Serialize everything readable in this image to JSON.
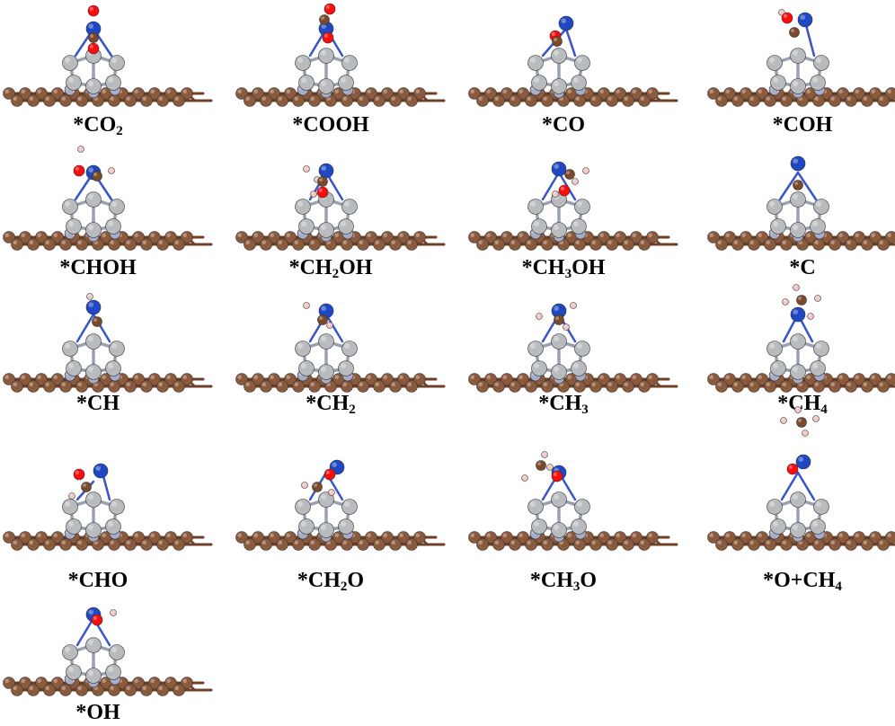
{
  "colors": {
    "carbon_substrate": "#8b5a3c",
    "carbon_cluster": "#b8bcbf",
    "nitrogen": "#a9acc6",
    "metal": "#1f48c2",
    "oxygen": "#ff0b0b",
    "hydrogen": "#f2c9c7",
    "adsorbate_carbon": "#7a4a2a",
    "bond_blue": "#3a55c8"
  },
  "panels": [
    {
      "id": "co2",
      "label_main": "*CO",
      "label_sub": "2",
      "label_tail": "",
      "adsorbate": "co2"
    },
    {
      "id": "cooh",
      "label_main": "*COOH",
      "label_sub": "",
      "label_tail": "",
      "adsorbate": "cooh"
    },
    {
      "id": "co",
      "label_main": "*CO",
      "label_sub": "",
      "label_tail": "",
      "adsorbate": "co"
    },
    {
      "id": "coh",
      "label_main": "*COH",
      "label_sub": "",
      "label_tail": "",
      "adsorbate": "coh"
    },
    {
      "id": "choh",
      "label_main": "*CHOH",
      "label_sub": "",
      "label_tail": "",
      "adsorbate": "choh"
    },
    {
      "id": "ch2oh",
      "label_main": "*CH",
      "label_sub": "2",
      "label_tail": "OH",
      "adsorbate": "ch2oh"
    },
    {
      "id": "ch3oh",
      "label_main": "*CH",
      "label_sub": "3",
      "label_tail": "OH",
      "adsorbate": "ch3oh"
    },
    {
      "id": "c",
      "label_main": "*C",
      "label_sub": "",
      "label_tail": "",
      "adsorbate": "c"
    },
    {
      "id": "ch",
      "label_main": "*CH",
      "label_sub": "",
      "label_tail": "",
      "adsorbate": "ch"
    },
    {
      "id": "ch2",
      "label_main": "*CH",
      "label_sub": "2",
      "label_tail": "",
      "adsorbate": "ch2"
    },
    {
      "id": "ch3",
      "label_main": "*CH",
      "label_sub": "3",
      "label_tail": "",
      "adsorbate": "ch3"
    },
    {
      "id": "ch4",
      "label_main": "*CH",
      "label_sub": "4",
      "label_tail": "",
      "adsorbate": "ch4"
    },
    {
      "id": "cho",
      "label_main": "*CHO",
      "label_sub": "",
      "label_tail": "",
      "adsorbate": "cho"
    },
    {
      "id": "ch2o",
      "label_main": "*CH",
      "label_sub": "2",
      "label_tail": "O",
      "adsorbate": "ch2o"
    },
    {
      "id": "ch3o",
      "label_main": "*CH",
      "label_sub": "3",
      "label_tail": "O",
      "adsorbate": "ch3o"
    },
    {
      "id": "o_ch4",
      "label_main": "*O+CH",
      "label_sub": "4",
      "label_tail": "",
      "adsorbate": "o_ch4"
    },
    {
      "id": "oh",
      "label_main": "*OH",
      "label_sub": "",
      "label_tail": "",
      "adsorbate": "oh"
    }
  ]
}
